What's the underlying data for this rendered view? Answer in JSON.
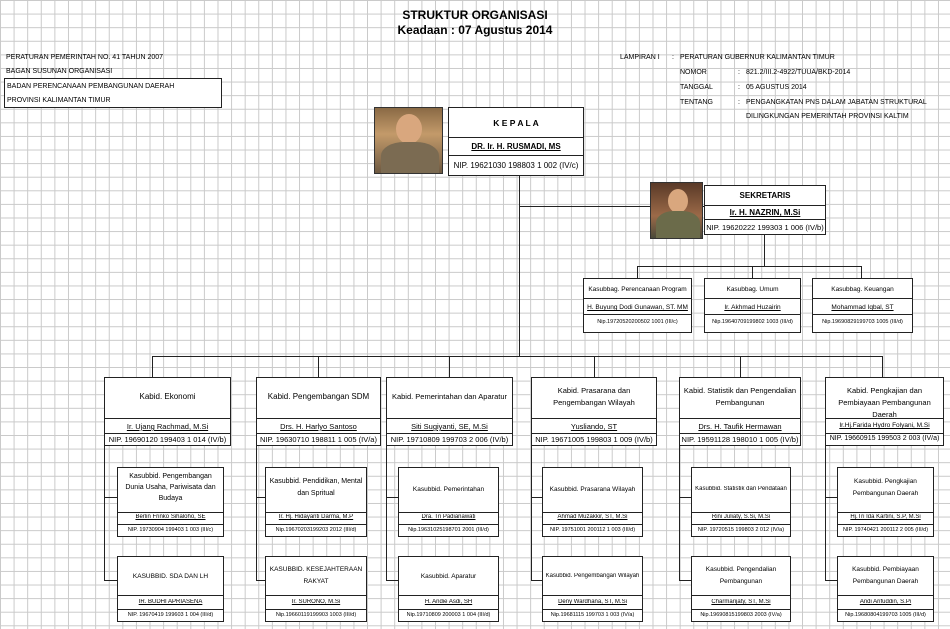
{
  "header": {
    "title": "STRUKTUR ORGANISASI",
    "date": "Keadaan :  07 Agustus 2014"
  },
  "left_info": {
    "regulation": "PERATURAN PEMERINTAH NO. 41 TAHUN 2007",
    "chart_label": "BAGAN SUSUNAN ORGANISASI",
    "agency": "BADAN PERENCANAAN PEMBANGUNAN DAERAH",
    "province": "PROVINSI KALIMANTAN TIMUR"
  },
  "right_info": {
    "lampiran_label": "LAMPIRAN  I",
    "lampiran_value": "PERATURAN GUBERNUR KALIMANTAN TIMUR",
    "nomor_label": "NOMOR",
    "nomor_value": "821.2/III.2-4922/TUUA/BKD-2014",
    "tanggal_label": "TANGGAL",
    "tanggal_value": "05 AGUSTUS  2014",
    "tentang_label": "TENTANG",
    "tentang_value1": "PENGANGKATAN PNS DALAM JABATAN STRUKTURAL",
    "tentang_value2": "DILINGKUNGAN PEMERINTAH PROVINSI KALTIM",
    "colon": ":"
  },
  "kepala": {
    "title": "K E P A L A",
    "name": "DR. Ir. H. RUSMADI, MS",
    "nip": "NIP. 19621030 198803 1 002 (IV/c)"
  },
  "sekretaris": {
    "title": "SEKRETARIS",
    "name": "Ir. H. NAZRIN, M.Si",
    "nip": "NIP. 19620222 199303 1 006 (IV/b)"
  },
  "kasubbag": [
    {
      "title": "Kasubbag. Perencanaan Program",
      "name": "H. Buyung Dodi Gunawan, ST. MM",
      "nip": "Nip.19720520200502 1001  (III/c)"
    },
    {
      "title": "Kasubbag. Umum",
      "name": "Ir. Akhmad Huzairin",
      "nip": "Nip.19640709199802 1003  (III/d)"
    },
    {
      "title": "Kasubbag. Keuangan",
      "name": "Mohammad Iqbal, ST",
      "nip": "Nip.19690829199703 1005  (III/d)"
    }
  ],
  "kabid": [
    {
      "title": "Kabid. Ekonomi",
      "name": "Ir. Ujang Rachmad, M.Si",
      "nip": "NIP. 19690120 199403 1 014 (IV/b)"
    },
    {
      "title": "Kabid. Pengembangan SDM",
      "name": "Drs. H. Harlyo Santoso",
      "nip": "NIP. 19630710 198811 1 005 (IV/a)"
    },
    {
      "title": "Kabid. Pemerintahan dan Aparatur",
      "name": "Siti Sugiyanti, SE, M.Si",
      "nip": "NIP. 19710809 199703 2 006 (IV/b)"
    },
    {
      "title": "Kabid. Prasarana dan Pengembangan Wilayah",
      "name": "Yusliando, ST",
      "nip": "NIP. 19671005 199803 1 009 (IV/b)"
    },
    {
      "title": "Kabid. Statistik dan Pengendalian Pembangunan",
      "name": "Drs. H. Taufik Hermawan",
      "nip": "NIP. 19591128 198010 1 005 (IV/b)"
    },
    {
      "title": "Kabid. Pengkajian dan Pembiayaan Pembangunan Daerah",
      "name": "Ir.Hj.Farida Hydro Folyani, M.Si",
      "nip": "NIP. 19660915 199503 2 003 (IV/a)"
    }
  ],
  "kasubbid_row1": [
    {
      "title": "Kasubbid. Pengembangan Dunia Usaha, Pariwisata dan Budaya",
      "name": "Berlin Frinko Sihaloho, SE",
      "nip": "NIP. 19730904 199403 1 003 (III/c)"
    },
    {
      "title": "Kasubbid. Pendidikan, Mental dan Spritual",
      "name": "Ir. Hj. Hidayanti Darma, M.P",
      "nip": "Nip.19670203199203 2012  (III/d)"
    },
    {
      "title": "Kasubbid. Pemerintahan",
      "name": "Dra. Tri Padianawati",
      "nip": "Nip.19631025198701 2001  (III/d)"
    },
    {
      "title": "Kasubbid. Prasarana Wilayah",
      "name": "Ahmad Muzakkir, ST, M.Si",
      "nip": "NIP. 19751001 200112 1 003 (III/d)"
    },
    {
      "title": "Kasubbid. Statistik dan Pendataan",
      "name": "Rini Juliaty, S.Si, M.Si",
      "nip": "NIP. 19720515 199803 2 012 (IV/a)"
    },
    {
      "title": "Kasubbid. Pengkajian Pembangunan Daerah",
      "name": "Hj.Tri Ida Kartini, S.P, M.Si",
      "nip": "NIP. 19740421 200112 2 005 (III/d)"
    }
  ],
  "kasubbid_row2": [
    {
      "title": "KASUBBID. SDA DAN LH",
      "name": "IR. BUDHI APRIASENA",
      "nip": "NIP. 19670419 199603 1 004 (III/d)"
    },
    {
      "title": "KASUBBID. KESEJAHTERAAN RAKYAT",
      "name": "Ir. SURONO, M.Si",
      "nip": "Nip.19660119199903 1003  (III/d)"
    },
    {
      "title": "Kasubbid. Aparatur",
      "name": "H. Andie Asdi, SH",
      "nip": "Nip.19710809 200003 1 004 (III/d)"
    },
    {
      "title": "Kasubbid. Pengembangan Wilayah",
      "name": "Deny Wardhana, ST, M.Si",
      "nip": "Nip.19681115 199703 1 003 (IV/a)"
    },
    {
      "title": "Kasubbid. Pengendalian Pembangunan",
      "name": "Charmarijaty, ST, M.Si",
      "nip": "Nip.19690815199803 2003  (IV/a)"
    },
    {
      "title": "Kasubbid. Pembiayaan Pembangunan Daerah",
      "name": "Andi Arifuddin, S.Pi",
      "nip": "Nip.19680804199703 1005  (III/d)"
    }
  ]
}
